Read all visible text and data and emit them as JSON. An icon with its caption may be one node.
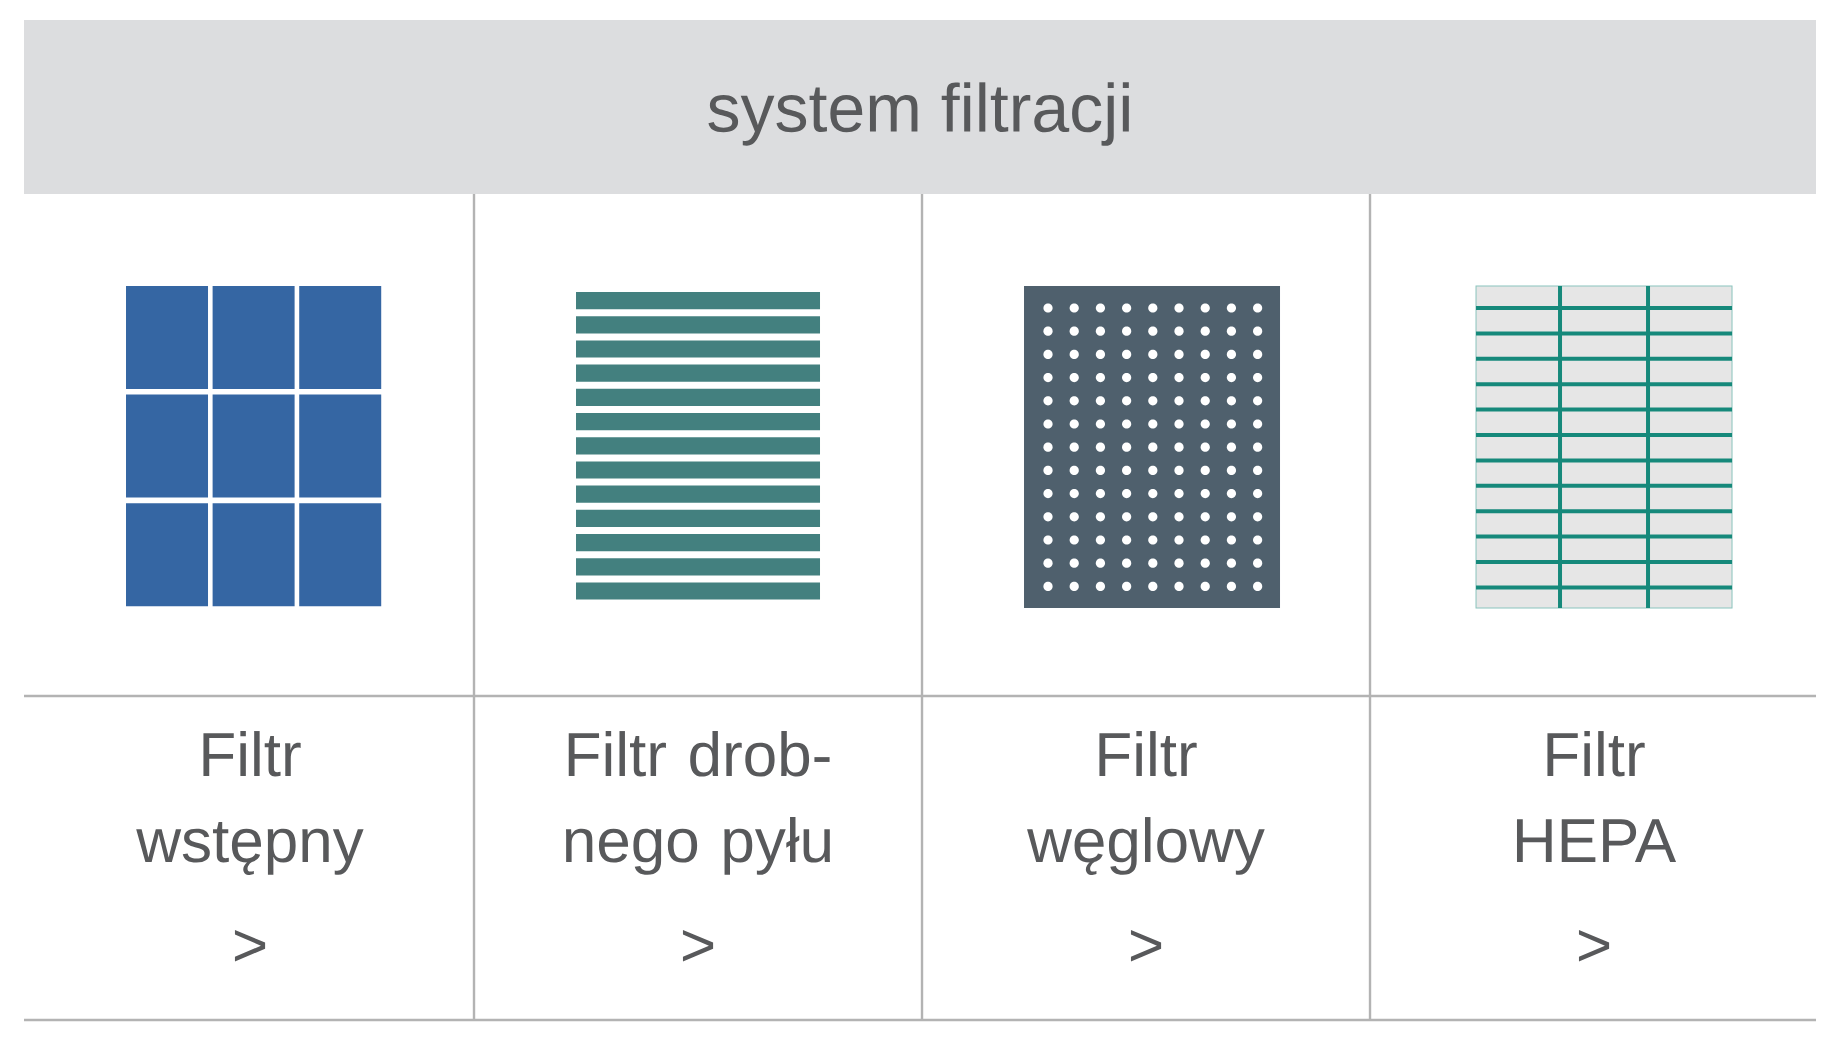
{
  "diagram": {
    "title": "system filtracji",
    "labels": [
      "Filtr wstępny",
      ">",
      "Filtr drob- nego pyłu",
      ">",
      "Filtr węglowy",
      ">",
      "Filtr HEPA",
      ">"
    ]
  }
}
